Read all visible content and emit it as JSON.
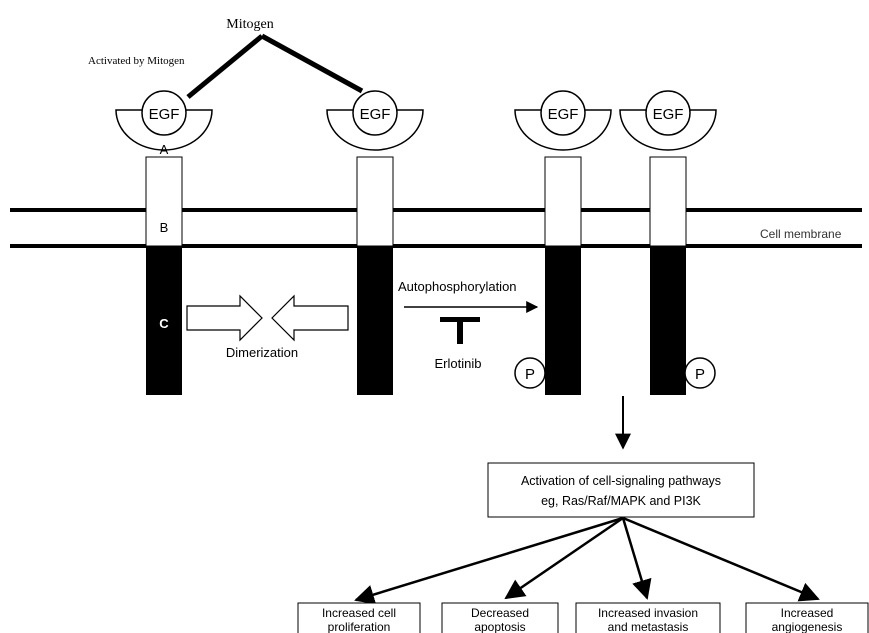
{
  "labels": {
    "mitogen": "Mitogen",
    "activated_by_mitogen": "Activated by Mitogen",
    "egf": "EGF",
    "domain_a": "A",
    "domain_b": "B",
    "domain_c": "C",
    "cell_membrane": "Cell membrane",
    "dimerization": "Dimerization",
    "autophosphorylation": "Autophosphorylation",
    "erlotinib": "Erlotinib",
    "phosphate": "P"
  },
  "pathway_box": {
    "line1": "Activation of cell-signaling pathways",
    "line2": "eg, Ras/Raf/MAPK and PI3K"
  },
  "outcomes": [
    {
      "line1": "Increased cell",
      "line2": "proliferation"
    },
    {
      "line1": "Decreased",
      "line2": "apoptosis"
    },
    {
      "line1": "Increased invasion",
      "line2": "and metastasis"
    },
    {
      "line1": "Increased",
      "line2": "angiogenesis"
    }
  ],
  "colors": {
    "ink": "#000000",
    "background": "#ffffff"
  }
}
